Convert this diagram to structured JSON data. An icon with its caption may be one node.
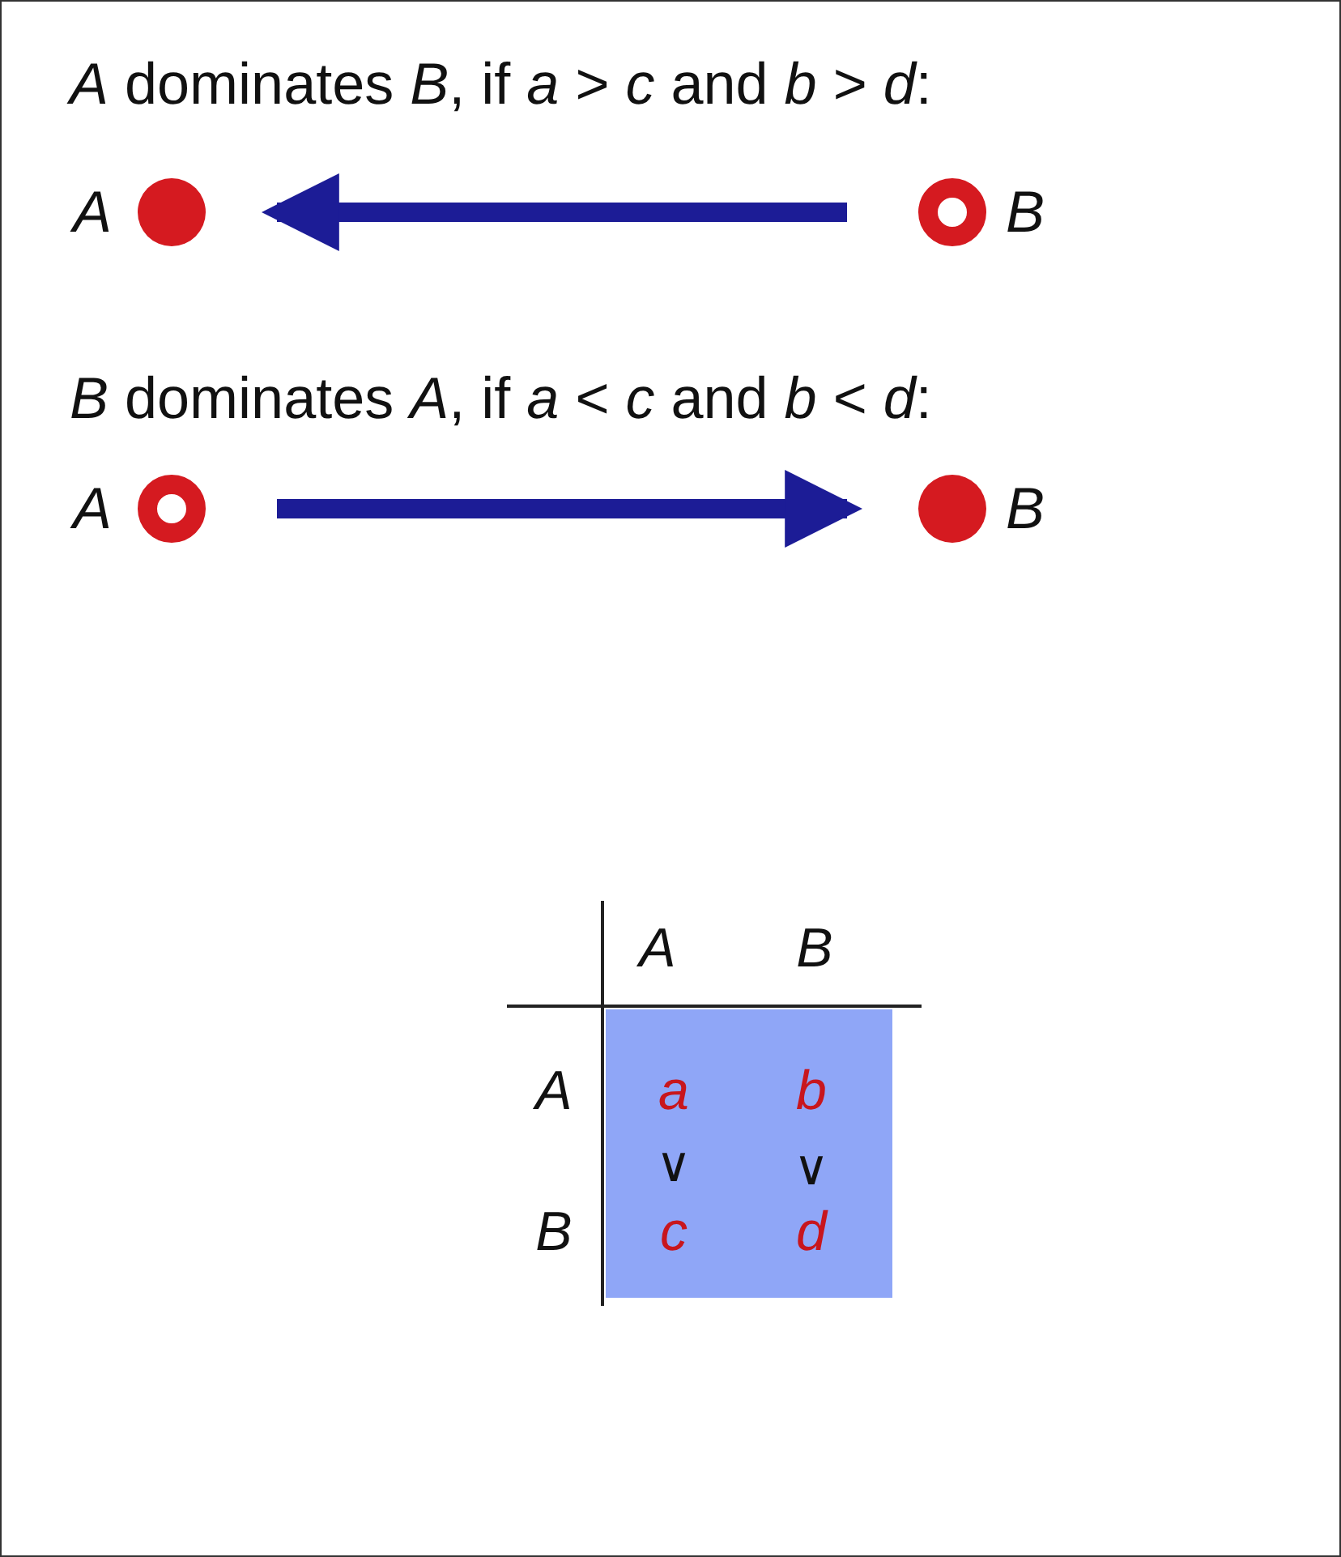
{
  "diagram": {
    "nodes": [
      {
        "text": [],
        "shape": "circle",
        "beside": [
          "A"
        ]
      },
      {
        "text": [],
        "shape": "ring",
        "beside": [
          "B"
        ]
      },
      {
        "text": [],
        "shape": "ring",
        "beside": [
          "A"
        ]
      },
      {
        "text": [],
        "shape": "circle",
        "beside": [
          "B"
        ]
      }
    ],
    "edges": [
      {
        "from": 1,
        "to": 0,
        "arrow": "to",
        "color": "#1c1c96"
      },
      {
        "from": 2,
        "to": 3,
        "arrow": "to",
        "color": "#1c1c96"
      }
    ],
    "labels": [
      "*A* dominates *B*, if *a* > *c* and *b* > *d*:",
      "*B* dominates *A*, if *a* < *c* and *b* < *d*:",
      "A",
      "B",
      "A",
      "a",
      "b",
      "∨",
      "∨",
      "B",
      "c",
      "d"
    ]
  }
}
